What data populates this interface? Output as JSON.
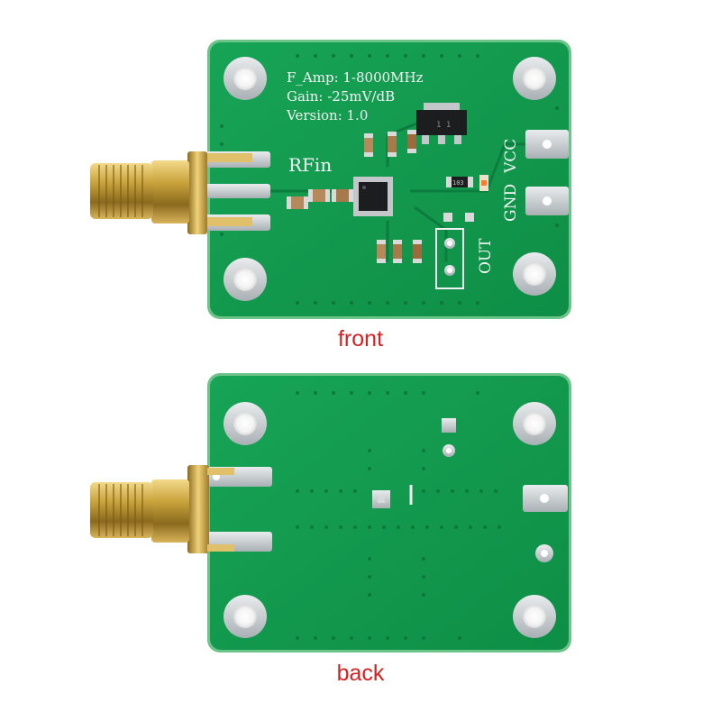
{
  "captions": {
    "front": "front",
    "back": "back"
  },
  "silkscreen": {
    "line1": "F_Amp: 1-8000MHz",
    "line2": "Gain: -25mV/dB",
    "line3": "Version: 1.0",
    "rfin": "RFin",
    "vcc": "VCC",
    "gnd": "GND",
    "out": "OUT"
  },
  "components": {
    "transistor_marking": "1 1",
    "resistor_marking": "103"
  },
  "colors": {
    "pcb_green": "#129a4e",
    "pcb_edge": "#5fbf7d",
    "caption_red": "#d92020",
    "gold": "#c9a33c",
    "silver_pad": "#c8cdd0"
  }
}
